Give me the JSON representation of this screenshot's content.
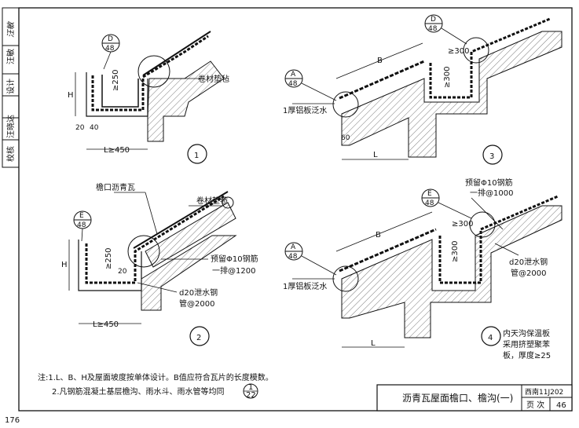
{
  "side_block": {
    "cells": [
      "校核",
      "汪晓达",
      "设计",
      "汪敏",
      "汪敏"
    ]
  },
  "details": [
    {
      "number": "1",
      "callout_letter": "D",
      "callout_sheet": "48",
      "labels": {
        "membrane": "卷材垫毡",
        "height": "H",
        "w20": "20",
        "w40": "40",
        "length": "L≥450",
        "rise": "≥250"
      }
    },
    {
      "number": "2",
      "callout_letter": "E",
      "callout_sheet": "48",
      "labels": {
        "eave_tile": "檐口沥青瓦",
        "membrane": "卷材垫毡",
        "rebar": "预留Φ10钢筋",
        "rebar_spacing": "一排@1200",
        "drain": "d20泄水钢",
        "drain_spacing": "管@2000",
        "height": "H",
        "w20": "20",
        "length": "L≥450",
        "rise": "≥250"
      }
    },
    {
      "number": "3",
      "callout_letter": "A",
      "callout_sheet": "48",
      "callout2_letter": "D",
      "callout2_sheet": "48",
      "labels": {
        "flashing": "1厚铝板泛水",
        "b": "B",
        "l": "L",
        "d60": "60",
        "d300a": "≥300",
        "d300b": "≥300"
      }
    },
    {
      "number": "4",
      "callout_letter": "A",
      "callout_sheet": "48",
      "callout2_letter": "E",
      "callout2_sheet": "48",
      "labels": {
        "flashing": "1厚铝板泛水",
        "rebar": "预留Φ10钢筋",
        "rebar_spacing": "一排@1000",
        "drain": "d20泄水钢",
        "drain_spacing": "管@2000",
        "insul1": "内天沟保温板",
        "insul2": "采用挤塑聚苯",
        "insul3": "板，厚度≥25",
        "b": "B",
        "l": "L",
        "d300a": "≥300",
        "d300b": "≥300"
      }
    }
  ],
  "notes": {
    "line1": "注:1.L、B、H及屋面坡度按单体设计。B值应符合瓦片的长度模数。",
    "line2": "2.凡钢筋混凝土基层檐沟、雨水斗、雨水管等均同",
    "ref_top": "1",
    "ref_bottom": "22"
  },
  "title_block": {
    "title": "沥青瓦屋面檐口、檐沟(一)",
    "atlas": "西南11J202",
    "page_label": "页 次",
    "page_no": "46"
  },
  "page_number": "176"
}
